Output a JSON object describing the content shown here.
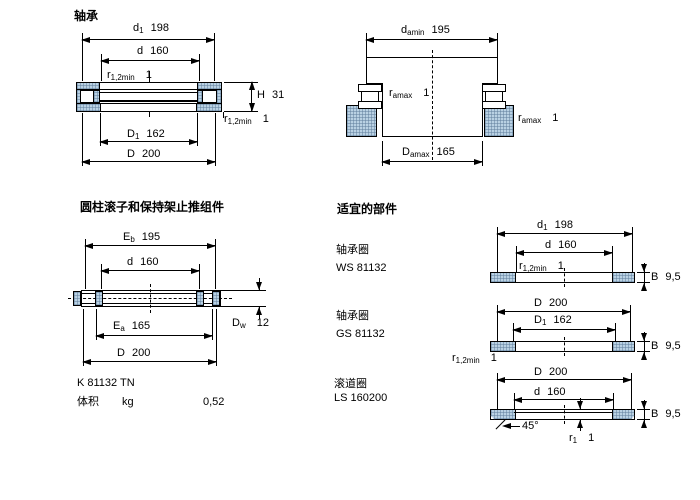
{
  "page": {
    "background": "#ffffff",
    "line_color": "#000000",
    "hatch_color": "#b9d1e3"
  },
  "sections": {
    "bearing": {
      "title": "轴承",
      "dims": {
        "d1": {
          "base": "d",
          "sub": "1",
          "value": "198"
        },
        "d": {
          "base": "d",
          "sub": "",
          "value": "160"
        },
        "r12_top": {
          "base": "r",
          "sub": "1,2min",
          "value": "1"
        },
        "H": {
          "base": "H",
          "sub": "",
          "value": "31"
        },
        "r12_bottom": {
          "base": "r",
          "sub": "1,2min",
          "value": "1"
        },
        "D1": {
          "base": "D",
          "sub": "1",
          "value": "162"
        },
        "D": {
          "base": "D",
          "sub": "",
          "value": "200"
        }
      }
    },
    "abutment": {
      "dims": {
        "damin": {
          "base": "d",
          "sub": "amin",
          "value": "195"
        },
        "ramax_inner": {
          "base": "r",
          "sub": "amax",
          "value": "1"
        },
        "ramax_right": {
          "base": "r",
          "sub": "amax",
          "value": "1"
        },
        "Damax": {
          "base": "D",
          "sub": "amax",
          "value": "165"
        }
      }
    },
    "assembly": {
      "title": "圆柱滚子和保持架止推组件",
      "dims": {
        "Eb": {
          "base": "E",
          "sub": "b",
          "value": "195"
        },
        "d": {
          "base": "d",
          "sub": "",
          "value": "160"
        },
        "Ea": {
          "base": "E",
          "sub": "a",
          "value": "165"
        },
        "D": {
          "base": "D",
          "sub": "",
          "value": "200"
        },
        "Dw": {
          "base": "D",
          "sub": "w",
          "value": "12"
        }
      },
      "designation": "K 81132 TN",
      "mass_label": "体积",
      "mass_unit": "kg",
      "mass_value": "0,52"
    },
    "components": {
      "title": "适宜的部件",
      "items": [
        {
          "type": "轴承圈",
          "designation": "WS 81132"
        },
        {
          "type": "轴承圈",
          "designation": "GS 81132"
        },
        {
          "type": "滚道圈",
          "designation": "LS 160200"
        }
      ],
      "ws_dims": {
        "d1": {
          "base": "d",
          "sub": "1",
          "value": "198"
        },
        "d": {
          "base": "d",
          "sub": "",
          "value": "160"
        },
        "r12": {
          "base": "r",
          "sub": "1,2min",
          "value": "1"
        },
        "B": {
          "base": "B",
          "sub": "",
          "value": "9,5"
        }
      },
      "gs_dims": {
        "D": {
          "base": "D",
          "sub": "",
          "value": "200"
        },
        "D1": {
          "base": "D",
          "sub": "1",
          "value": "162"
        },
        "r12": {
          "base": "r",
          "sub": "1,2min",
          "value": "1"
        },
        "B": {
          "base": "B",
          "sub": "",
          "value": "9,5"
        }
      },
      "ls_dims": {
        "D": {
          "base": "D",
          "sub": "",
          "value": "200"
        },
        "d": {
          "base": "d",
          "sub": "",
          "value": "160"
        },
        "angle": "45°",
        "r1": {
          "base": "r",
          "sub": "1",
          "value": "1"
        },
        "B": {
          "base": "B",
          "sub": "",
          "value": "9,5"
        }
      }
    }
  }
}
